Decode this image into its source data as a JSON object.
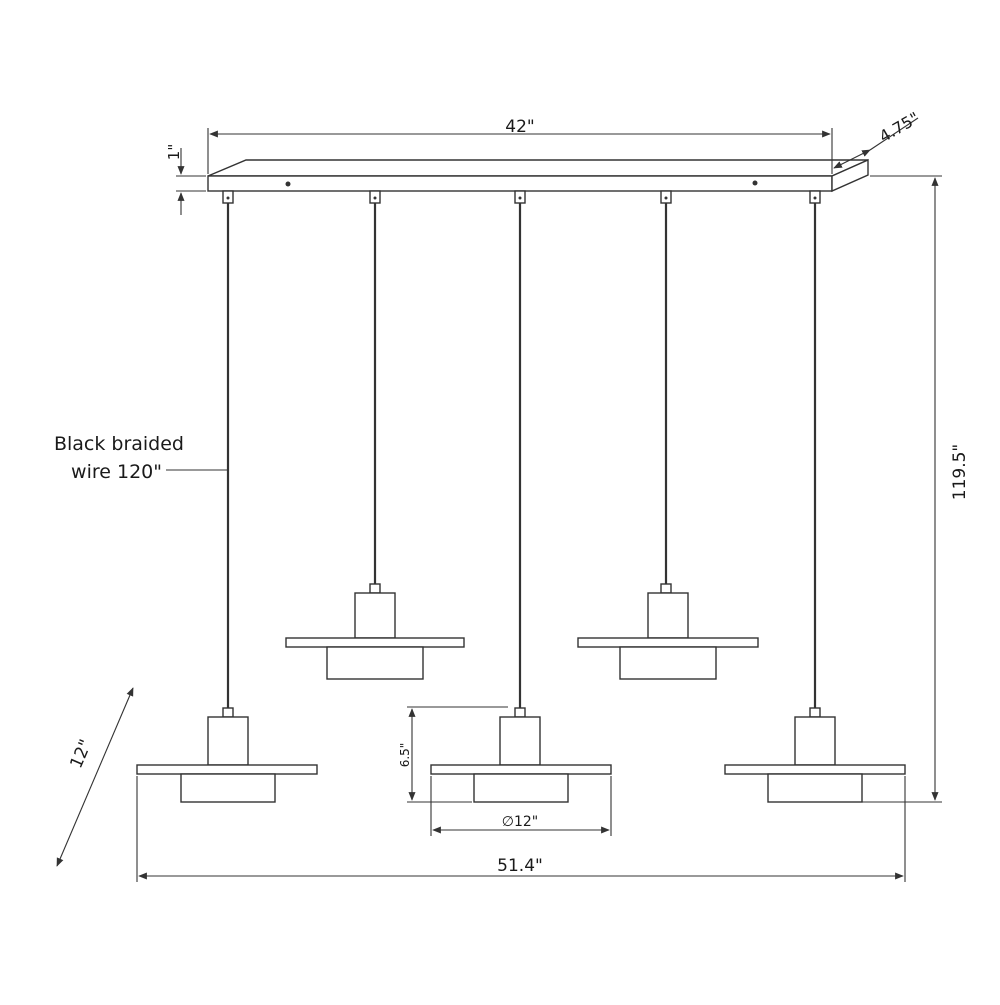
{
  "dimensions": {
    "canopy_length": "42\"",
    "canopy_depth": "4.75\"",
    "canopy_height": "1\"",
    "overall_height": "119.5\"",
    "shade_height": "6.5\"",
    "shade_diameter": "∅12\"",
    "overall_width": "51.4\"",
    "overall_depth": "12\""
  },
  "wire_label": {
    "line1": "Black braided",
    "line2": "wire 120\""
  },
  "pendant_count": 5,
  "colors": {
    "line": "#333333",
    "background": "#ffffff"
  }
}
